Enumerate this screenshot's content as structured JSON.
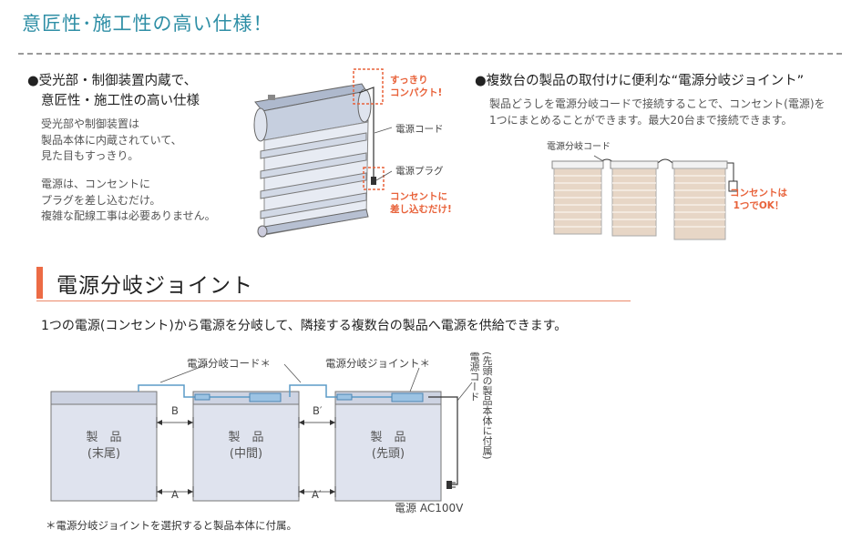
{
  "page_title": "意匠性･施工性の高い仕様！",
  "left": {
    "heading_line1": "●受光部・制御装置内蔵で、",
    "heading_line2": "意匠性・施工性の高い仕様",
    "para1": [
      "受光部や制御装置は",
      "製品本体に内蔵されていて、",
      "見た目もすっきり。"
    ],
    "para2": [
      "電源は、コンセントに",
      "プラグを差し込むだけ。",
      "複雑な配線工事は必要ありません。"
    ],
    "callout_compact": [
      "すっきり",
      "コンパクト!"
    ],
    "label_cord": "電源コード",
    "label_plug": "電源プラグ",
    "callout_outlet": [
      "コンセントに",
      "差し込むだけ!"
    ]
  },
  "right": {
    "heading": "●複数台の製品の取付けに便利な“電源分岐ジョイント”",
    "body": [
      "製品どうしを電源分岐コードで接続することで、コンセント(電源)を",
      "1つにまとめることができます。最大20台まで接続できます。"
    ],
    "label_branch_cord": "電源分岐コード",
    "callout_outlet": [
      "コンセントは",
      "1つでOK！"
    ]
  },
  "section": {
    "title": "電源分岐ジョイント",
    "description": "1つの電源(コンセント)から電源を分岐して、隣接する複数台の製品へ電源を供給できます。"
  },
  "diagram": {
    "label_branch_cord": "電源分岐コード＊",
    "label_branch_joint": "電源分岐ジョイント＊",
    "label_power_cord": "電源コード",
    "label_power_cord_note": "(先頭の製品本体に付属)",
    "dim_B": "B",
    "dim_B2": "B′",
    "dim_A": "A",
    "dim_A2": "A′",
    "products": [
      {
        "line1": "製　品",
        "line2": "(末尾)"
      },
      {
        "line1": "製　品",
        "line2": "(中間)"
      },
      {
        "line1": "製　品",
        "line2": "(先頭)"
      }
    ],
    "power_label": "電源 AC100V"
  },
  "footnote": "＊電源分岐ジョイントを選択すると製品本体に付属。",
  "colors": {
    "accent_title": "#2f8fa6",
    "accent_red": "#e8623a",
    "section_bar": "#ec6b45",
    "product_fill": "#dfe3ee"
  }
}
